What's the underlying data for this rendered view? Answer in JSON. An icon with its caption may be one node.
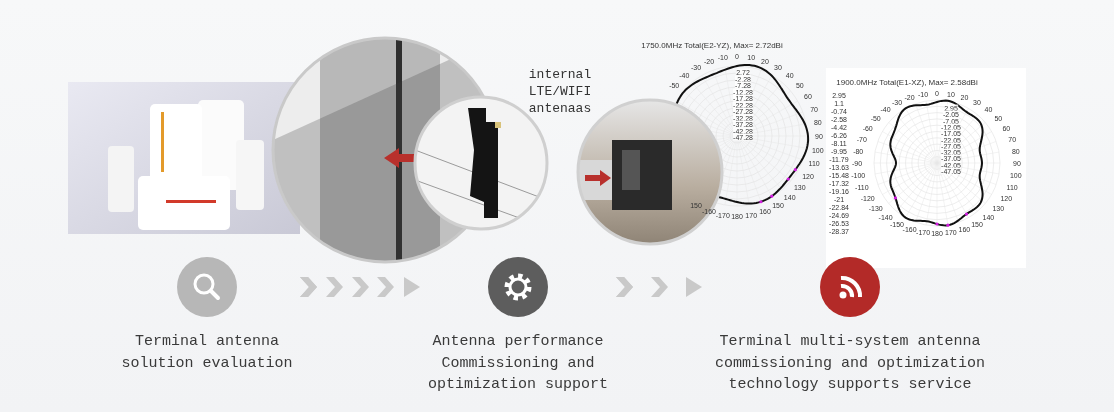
{
  "diagram": {
    "nodes": [
      {
        "text": [
          "Terminal antenna solution evaluation"
        ]
      },
      {
        "text": [
          "Antenna performance Commissioning and optimization support"
        ]
      },
      {
        "text": [
          "Terminal multi-system antenna commissioning and optimization technology supports service"
        ]
      }
    ],
    "edges": [
      {
        "from": 0,
        "to": 1,
        "arrow": "to"
      },
      {
        "from": 1,
        "to": 2,
        "arrow": "to"
      }
    ],
    "labels": [
      "internal LTE/WIFI antenaas",
      "1750.0MHz Total(E2-YZ), Max= 2.72dBi",
      "-50",
      "-40",
      "-30",
      "-20",
      "-10",
      "0",
      "10",
      "20",
      "30",
      "40",
      "50",
      "60",
      "70",
      "80",
      "90",
      "100",
      "110",
      "120",
      "130",
      "140",
      "150",
      "160",
      "170",
      "180",
      "-170",
      "-160",
      "150",
      "2.72",
      "-2.28",
      "-7.28",
      "-12.28",
      "-17.28",
      "-22.28",
      "-27.28",
      "-32.28",
      "-37.28",
      "-42.28",
      "-47.28",
      "1900.0MHz Total(E1-XZ), Max= 2.58dBi",
      "2.95",
      "1.1",
      "-0.74",
      "-2.58",
      "-4.42",
      "-6.26",
      "-8.11",
      "-9.95",
      "-11.79",
      "-13.63",
      "-15.48",
      "-17.32",
      "-19.16",
      "-21",
      "-22.84",
      "-24.69",
      "-26.53",
      "-28.37",
      "0",
      "10",
      "20",
      "30",
      "40",
      "50",
      "60",
      "70",
      "80",
      "90",
      "100",
      "110",
      "120",
      "130",
      "140",
      "150",
      "160",
      "170",
      "180",
      "-170",
      "-160",
      "-150",
      "-140",
      "-130",
      "-120",
      "-110",
      "-100",
      "-90",
      "-80",
      "-70",
      "-60",
      "-50",
      "-40",
      "-30",
      "-20",
      "-10",
      "2.95",
      "-2.05",
      "-7.05",
      "-12.05",
      "-17.05",
      "-22.05",
      "-27.05",
      "-32.05",
      "-37.05",
      "-42.05",
      "-47.05"
    ]
  }
}
